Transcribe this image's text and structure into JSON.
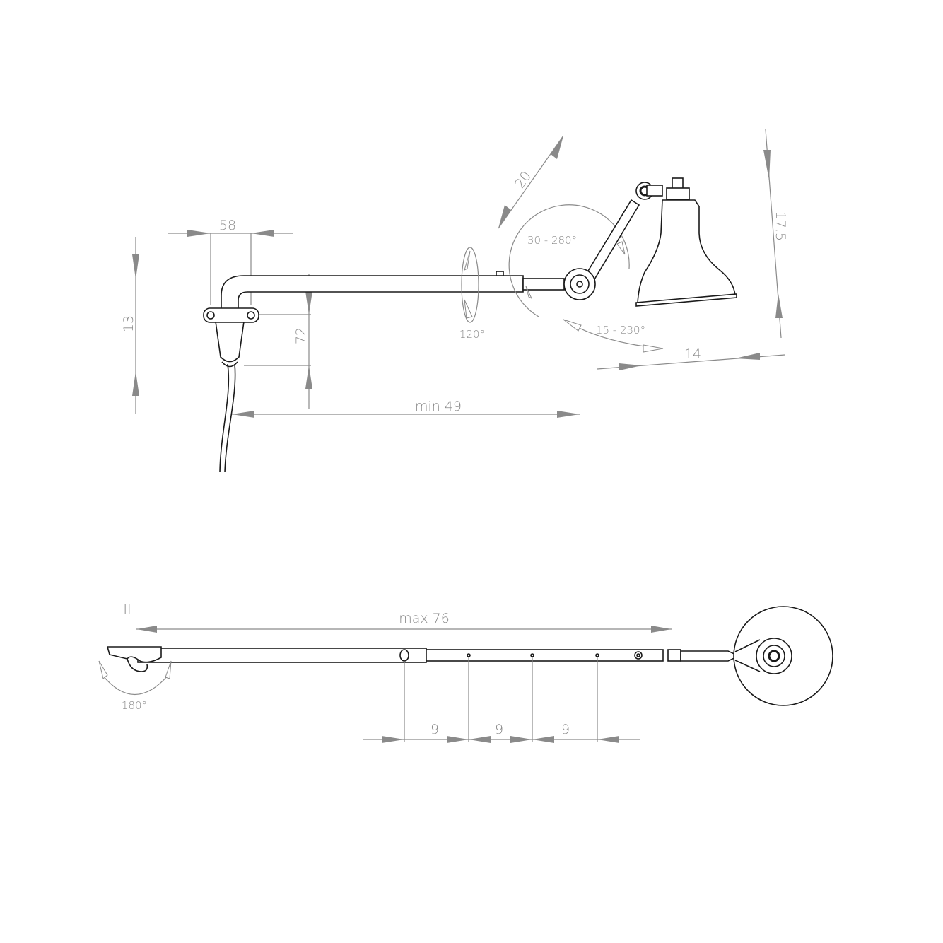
{
  "side_view": {
    "dimensions": {
      "height_13": "13",
      "width_58": "58",
      "height_72": "72",
      "min_reach": "min 49",
      "arm_20": "20",
      "shade_height": "17,5",
      "shade_width": "14"
    },
    "angles": {
      "swivel": "120°",
      "elbow": "30 - 280°",
      "head": "15 - 230°"
    }
  },
  "top_view": {
    "label": "II",
    "max_reach": "max 76",
    "step_1": "9",
    "step_2": "9",
    "step_3": "9",
    "wall_rotation": "180°"
  },
  "colors": {
    "dimension": "#8a8a8a",
    "outline": "#1a1a1a"
  }
}
